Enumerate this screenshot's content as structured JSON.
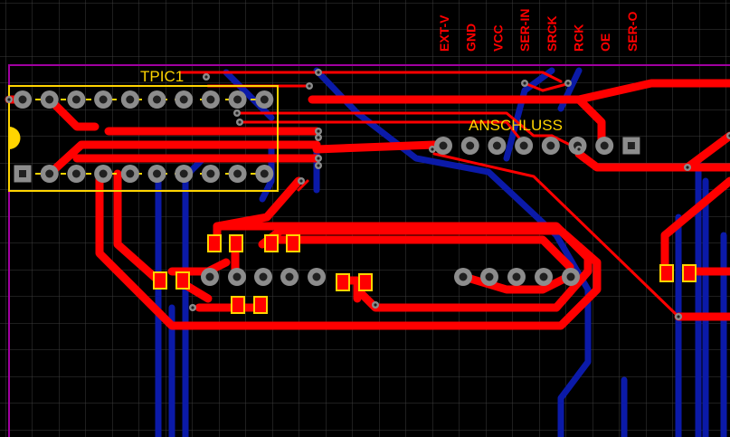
{
  "board": {
    "components": {
      "tpic_label": "TPIC1",
      "connector_label": "ANSCHLUSS"
    },
    "connector_pins": [
      "EXT-V",
      "GND",
      "VCC",
      "SER-IN",
      "SRCK",
      "RCK",
      "OE",
      "SER-O"
    ],
    "colors": {
      "background": "#000000",
      "grid": "#3a3a3a",
      "top_copper": "#ff0000",
      "bottom_copper": "#0b1aa8",
      "silkscreen": "#ffd400",
      "board_outline": "#a000a0",
      "pad": "#8c8c8c"
    }
  }
}
